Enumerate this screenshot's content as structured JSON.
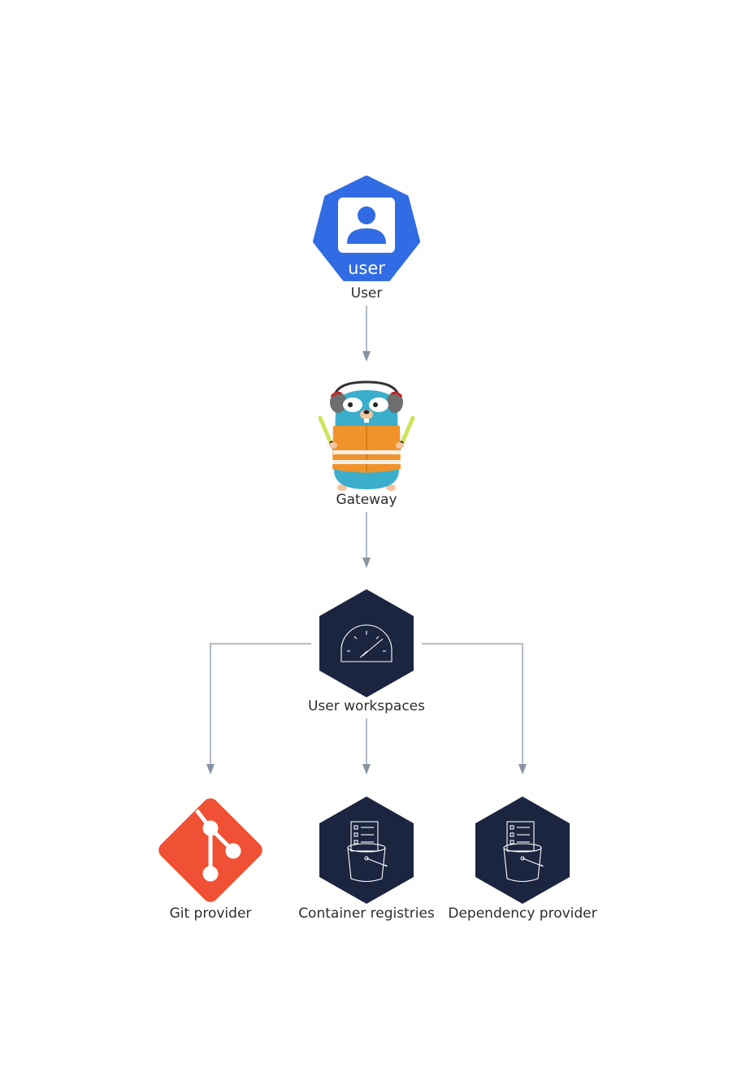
{
  "nodes": {
    "user": {
      "label": "User",
      "badge_text": "user"
    },
    "gateway": {
      "label": "Gateway"
    },
    "workspaces": {
      "label": "User workspaces"
    },
    "git": {
      "label": "Git provider"
    },
    "registries": {
      "label": "Container registries"
    },
    "dependency": {
      "label": "Dependency provider"
    }
  },
  "icons": {
    "user": "user-badge-icon",
    "gateway": "gopher-mascot-icon",
    "workspaces": "speedometer-icon",
    "git": "git-logo-icon",
    "registries": "bucket-list-icon",
    "dependency": "bucket-list-icon"
  },
  "colors": {
    "user_blue": "#326ce5",
    "navy_hex": "#1b2540",
    "git_orange": "#f05033",
    "edge_gray": "#8794a4",
    "label_text": "#2d2d2d"
  }
}
